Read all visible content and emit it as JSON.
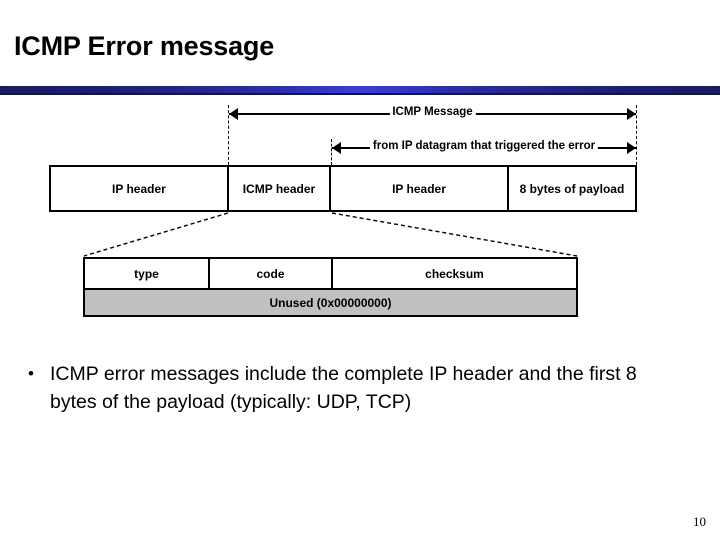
{
  "slide": {
    "title": "ICMP Error message",
    "page_number": "10",
    "accent_color": "#3a3ed6",
    "accent_dark": "#191a5e"
  },
  "diagram": {
    "span_arrows": [
      {
        "label": "ICMP Message"
      },
      {
        "label": "from IP datagram that triggered the error"
      }
    ],
    "packet_fields": [
      {
        "label": "IP header"
      },
      {
        "label": "ICMP header"
      },
      {
        "label": "IP header"
      },
      {
        "label": "8 bytes of payload"
      }
    ],
    "icmp_header_fields": [
      {
        "label": "type"
      },
      {
        "label": "code"
      },
      {
        "label": "checksum"
      }
    ],
    "icmp_unused_row": {
      "label": "Unused (0x00000000)",
      "fill_color": "#c0c0c0"
    }
  },
  "body": {
    "bullets": [
      {
        "marker": "•",
        "text": "ICMP error messages include the complete IP header and the first 8 bytes of the payload (typically: UDP, TCP)"
      }
    ]
  }
}
